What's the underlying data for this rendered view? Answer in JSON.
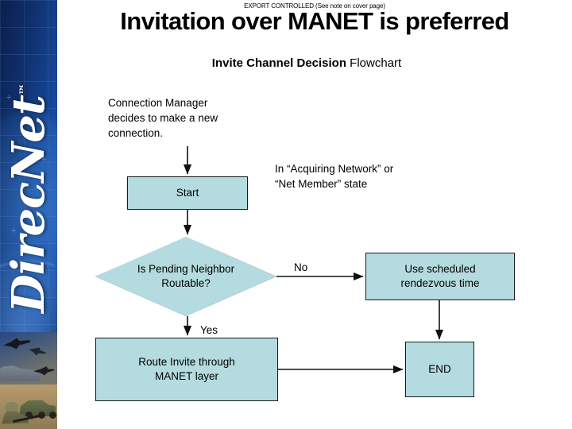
{
  "sidebar": {
    "brand": "DirecNet",
    "trademark": "™",
    "imagery_alt": "military-collage"
  },
  "header": {
    "export_note": "EXPORT CONTROLLED (See note on cover page)",
    "title": "Invitation over MANET is preferred",
    "subtitle_bold": "Invite Channel Decision",
    "subtitle_rest": " Flowchart"
  },
  "colors": {
    "node_fill": "#b4dbdf",
    "node_border": "#1a1a1a",
    "sidebar_blue": "#10316e",
    "text": "#000000"
  },
  "chart_data": {
    "type": "diagram",
    "title": "Invite Channel Decision Flowchart",
    "nodes": [
      {
        "id": "note_connection",
        "shape": "annotation",
        "text": "Connection Manager\ndecides to make a new\nconnection."
      },
      {
        "id": "start",
        "shape": "process",
        "text": "Start"
      },
      {
        "id": "note_state",
        "shape": "annotation",
        "text": "In “Acquiring Network” or\n“Net Member” state"
      },
      {
        "id": "decision",
        "shape": "decision",
        "text": "Is Pending Neighbor\nRoutable?"
      },
      {
        "id": "sched",
        "shape": "process",
        "text": "Use scheduled\nrendezvous time"
      },
      {
        "id": "route",
        "shape": "process",
        "text": "Route Invite through\nMANET layer"
      },
      {
        "id": "end",
        "shape": "terminator",
        "text": "END"
      }
    ],
    "edges": [
      {
        "from": "note_connection",
        "to": "start",
        "label": ""
      },
      {
        "from": "start",
        "to": "decision",
        "label": ""
      },
      {
        "from": "decision",
        "to": "sched",
        "label": "No"
      },
      {
        "from": "decision",
        "to": "route",
        "label": "Yes"
      },
      {
        "from": "sched",
        "to": "end",
        "label": ""
      },
      {
        "from": "route",
        "to": "end",
        "label": ""
      }
    ]
  }
}
